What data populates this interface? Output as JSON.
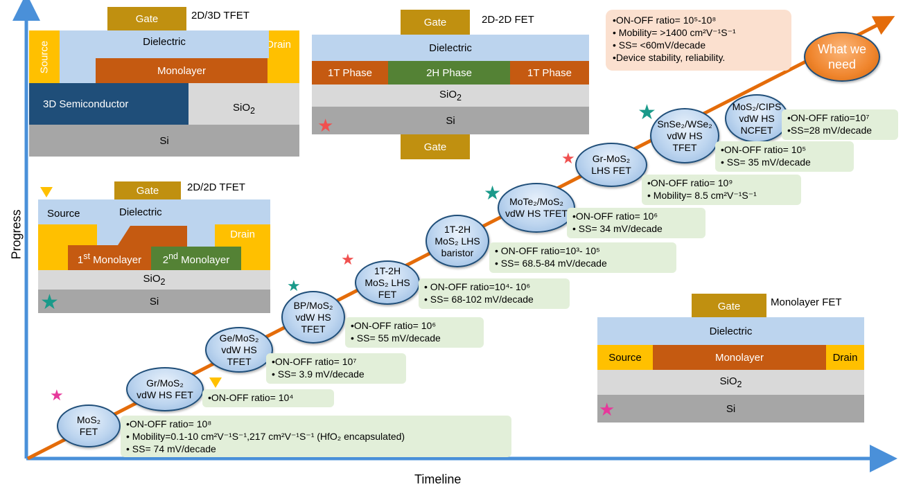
{
  "axes": {
    "y_label": "Progress",
    "x_label": "Timeline"
  },
  "panel_2d3d_tfet": {
    "title": "2D/3D TFET",
    "gate": "Gate",
    "source": "Source",
    "dielectric": "Dielectric",
    "drain": "Drain",
    "monolayer": "Monolayer",
    "semiconductor": "3D Semiconductor",
    "sio2": "SiO2",
    "si": "Si"
  },
  "panel_2d2d_fet": {
    "title": "2D-2D FET",
    "gate_top": "Gate",
    "dielectric": "Dielectric",
    "phase_left": "1T Phase",
    "phase_mid": "2H Phase",
    "phase_right": "1T Phase",
    "sio2": "SiO2",
    "si": "Si",
    "gate_bottom": "Gate"
  },
  "panel_2d2d_tfet": {
    "title": "2D/2D TFET",
    "gate": "Gate",
    "source": "Source",
    "dielectric": "Dielectric",
    "drain": "Drain",
    "mono1": "1st Monolayer",
    "mono2": "2nd Monolayer",
    "sio2": "SiO2",
    "si": "Si"
  },
  "panel_monolayer_fet": {
    "title": "Monolayer FET",
    "gate": "Gate",
    "dielectric": "Dielectric",
    "source": "Source",
    "monolayer": "Monolayer",
    "drain": "Drain",
    "sio2": "SiO2",
    "si": "Si"
  },
  "needs": {
    "items": [
      "•ON-OFF ratio= 10⁵-10⁸",
      "• Mobility= >1400 cm²V⁻¹S⁻¹",
      "• SS= <60mV/decade",
      "•Device stability, reliability."
    ],
    "target": "What we need"
  },
  "nodes": [
    {
      "label": "MoS₂ FET"
    },
    {
      "label": "Gr/MoS₂ vdW HS FET"
    },
    {
      "label": "Ge/MoS₂ vdW HS TFET"
    },
    {
      "label": "BP/MoS₂ vdW HS TFET"
    },
    {
      "label": "1T-2H MoS₂ LHS FET"
    },
    {
      "label": "1T-2H MoS₂ LHS baristor"
    },
    {
      "label": "MoTe₂/MoS₂ vdW HS TFET"
    },
    {
      "label": "Gr-MoS₂ LHS FET"
    },
    {
      "label": "SnSe₂/WSe₂ vdW HS TFET"
    },
    {
      "label": "MoS₂/CIPS vdW HS NCFET"
    }
  ],
  "infos": [
    {
      "lines": [
        "•ON-OFF ratio= 10⁸",
        "• Mobility=0.1-10 cm²V⁻¹S⁻¹,217 cm²V⁻¹S⁻¹ (HfO₂ encapsulated)",
        "• SS= 74 mV/decade"
      ]
    },
    {
      "lines": [
        "•ON-OFF ratio= 10⁴"
      ]
    },
    {
      "lines": [
        "•ON-OFF ratio= 10⁷",
        "• SS= 3.9 mV/decade"
      ]
    },
    {
      "lines": [
        "•ON-OFF ratio= 10⁶",
        "• SS= 55 mV/decade"
      ]
    },
    {
      "lines": [
        "• ON-OFF ratio=10⁴- 10⁶",
        "• SS= 68-102 mV/decade"
      ]
    },
    {
      "lines": [
        "• ON-OFF ratio=10³- 10⁵",
        "• SS= 68.5-84 mV/decade"
      ]
    },
    {
      "lines": [
        "•ON-OFF ratio= 10⁶",
        "• SS= 34 mV/decade"
      ]
    },
    {
      "lines": [
        "•ON-OFF ratio= 10⁹",
        "• Mobility= 8.5 cm²V⁻¹S⁻¹"
      ]
    },
    {
      "lines": [
        "•ON-OFF ratio= 10⁵",
        "• SS= 35 mV/decade"
      ]
    },
    {
      "lines": [
        "•ON-OFF ratio=10⁷",
        "•SS=28 mV/decade"
      ]
    }
  ],
  "colors": {
    "axis": "#4a90d9",
    "timeline": "#e46c0a",
    "star_red": "#f0504f",
    "star_teal": "#1a9a8a",
    "star_pink": "#e6399b",
    "triangle": "#ffc000"
  }
}
